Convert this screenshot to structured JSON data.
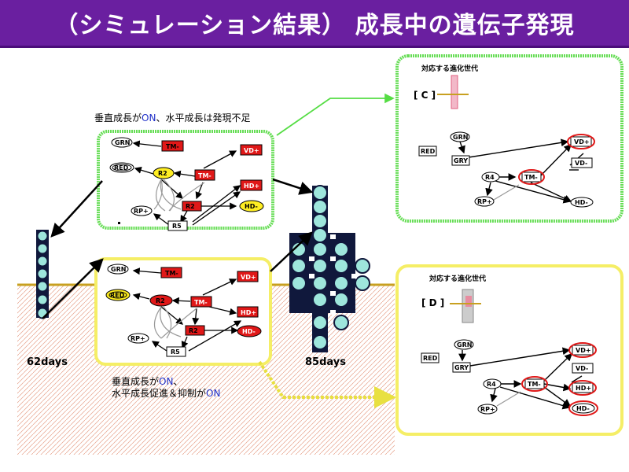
{
  "title": "（シミュレーション結果） 成長中の遺伝子発現",
  "notes": {
    "top_note": [
      "垂直成長が",
      "ON",
      "、水平成長は発現不足"
    ],
    "bottom_note_line1": [
      "垂直成長が",
      "ON",
      "、"
    ],
    "bottom_note_line2": [
      "水平成長促進＆抑制が",
      "ON"
    ]
  },
  "days": {
    "d62": "62days",
    "d85": "85days"
  },
  "panels": {
    "c": {
      "caption": "対応する進化世代",
      "label": "[ C ]"
    },
    "d": {
      "caption": "対応する進化世代",
      "label": "[ D ]"
    }
  },
  "small_network": {
    "nodes": [
      "GRN",
      "RED",
      "R2",
      "TM-",
      "TM-",
      "VD+",
      "HD+",
      "HD-",
      "R2",
      "RP+",
      "R5"
    ]
  },
  "network_c": {
    "nodes": [
      "GRN",
      "RED",
      "GRY",
      "R4",
      "TM-",
      "VD+",
      "VD-",
      "RP+",
      "HD-"
    ]
  },
  "network_d": {
    "nodes": [
      "GRN",
      "RED",
      "GRY",
      "R4",
      "TM-",
      "VD+",
      "VD-",
      "HD+",
      "RP+",
      "HD-"
    ]
  },
  "colors": {
    "title_bg": "#6a1fa0",
    "green_frame": "#66dd55",
    "yellow_frame": "#f5ee66",
    "red_node": "#e01818",
    "cell_fill": "#9ee6dc",
    "soil_line": "#c8a020"
  }
}
